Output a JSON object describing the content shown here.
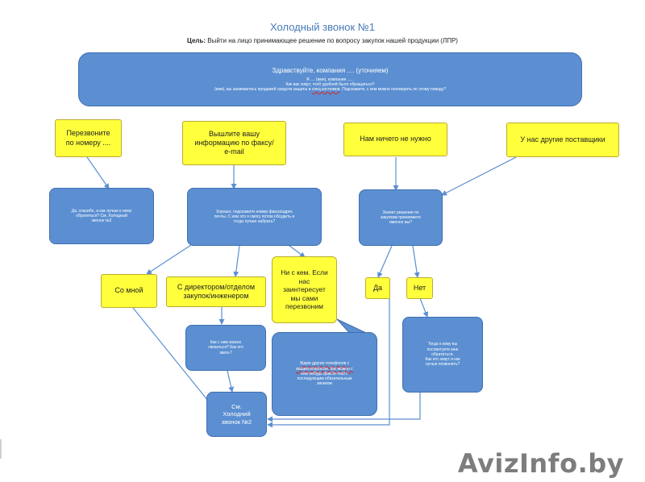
{
  "title": "Холодный звонок №1",
  "goal": {
    "label": "Цель:",
    "text": " Выйти на лицо принимающее решение по вопросу закупок нашей продукции (ЛПР)"
  },
  "nodes": {
    "main": {
      "line1": "Здравствуйте, компания .... (уточняем)",
      "line2": "Я .... (имя), компания ......",
      "line3": "Как вас зовут, чтоб удобней было обращаться?",
      "line4a": "(имя), вы занимаетесь продажей средств защиты в ",
      "line4b": "спец.костюмов",
      "line4c": ". Подскажите, с кем можно поговорить по этому поводу?"
    },
    "callback": {
      "line1": "Перезвоните",
      "line2": "по номеру ...."
    },
    "send_info": {
      "line1": "Вышлите вашу",
      "line2": "информацию по факсу/",
      "line3": "e-mail"
    },
    "nothing_needed": {
      "line1": "Нам ничего не нужно"
    },
    "other_suppliers": {
      "line1": "У нас другие поставщики"
    },
    "thanks": {
      "line1": "Да, спасибо, а как лучше к нему",
      "line2": "обратиться? См. Холодный",
      "line3": "звонок №2"
    },
    "fax_request": {
      "line1": "Хорошо, подскажите номер факса/адрес",
      "line2": "почты. С кем это я смогу потом обсудить и",
      "line3": "тогда лучше набрать?"
    },
    "decision_maker": {
      "line1": "Значит решение по",
      "line2": "закупкам принимаете",
      "line3": "именно вы?"
    },
    "with_me": {
      "line1": "Со мной"
    },
    "with_director": {
      "line1": "С директором/отделом",
      "line2": "закупок/инженером"
    },
    "nobody": {
      "line1": "Ни с кем. Если",
      "line2": "нас",
      "line3": "заинтересует",
      "line4": "мы сами",
      "line5": "перезвоним"
    },
    "yes": {
      "line1": "Да"
    },
    "no": {
      "line1": "Нет"
    },
    "ask_contact": {
      "line1": "Как с ним можно",
      "line2": "связаться? Как его",
      "line3": "звать?"
    },
    "waiting": {
      "line1": "Ждем других телефонов с",
      "line2": "вашим вопросом. Как можно с",
      "line3": "кем-нибудь факс/e-mail с",
      "line4": "последующим обязательным",
      "line5": "звонком"
    },
    "who_to_call": {
      "line1": "Тогда к кому вы",
      "line2": "посоветуете мне",
      "line3": "обратиться.",
      "line4": "Как его зовут и как",
      "line5": "лучше позвонить?"
    },
    "see_call2": {
      "line1": "См.",
      "line2": "Холодний",
      "line3": "звонок №2"
    }
  },
  "watermark": "AvizInfo.by",
  "colors": {
    "blue_fill": "#5b8fd1",
    "blue_border": "#3f6fb0",
    "yellow_fill": "#ffff3b",
    "yellow_border": "#b9ac33",
    "arrow": "#5b8fd1",
    "title": "#4a7ab8"
  }
}
